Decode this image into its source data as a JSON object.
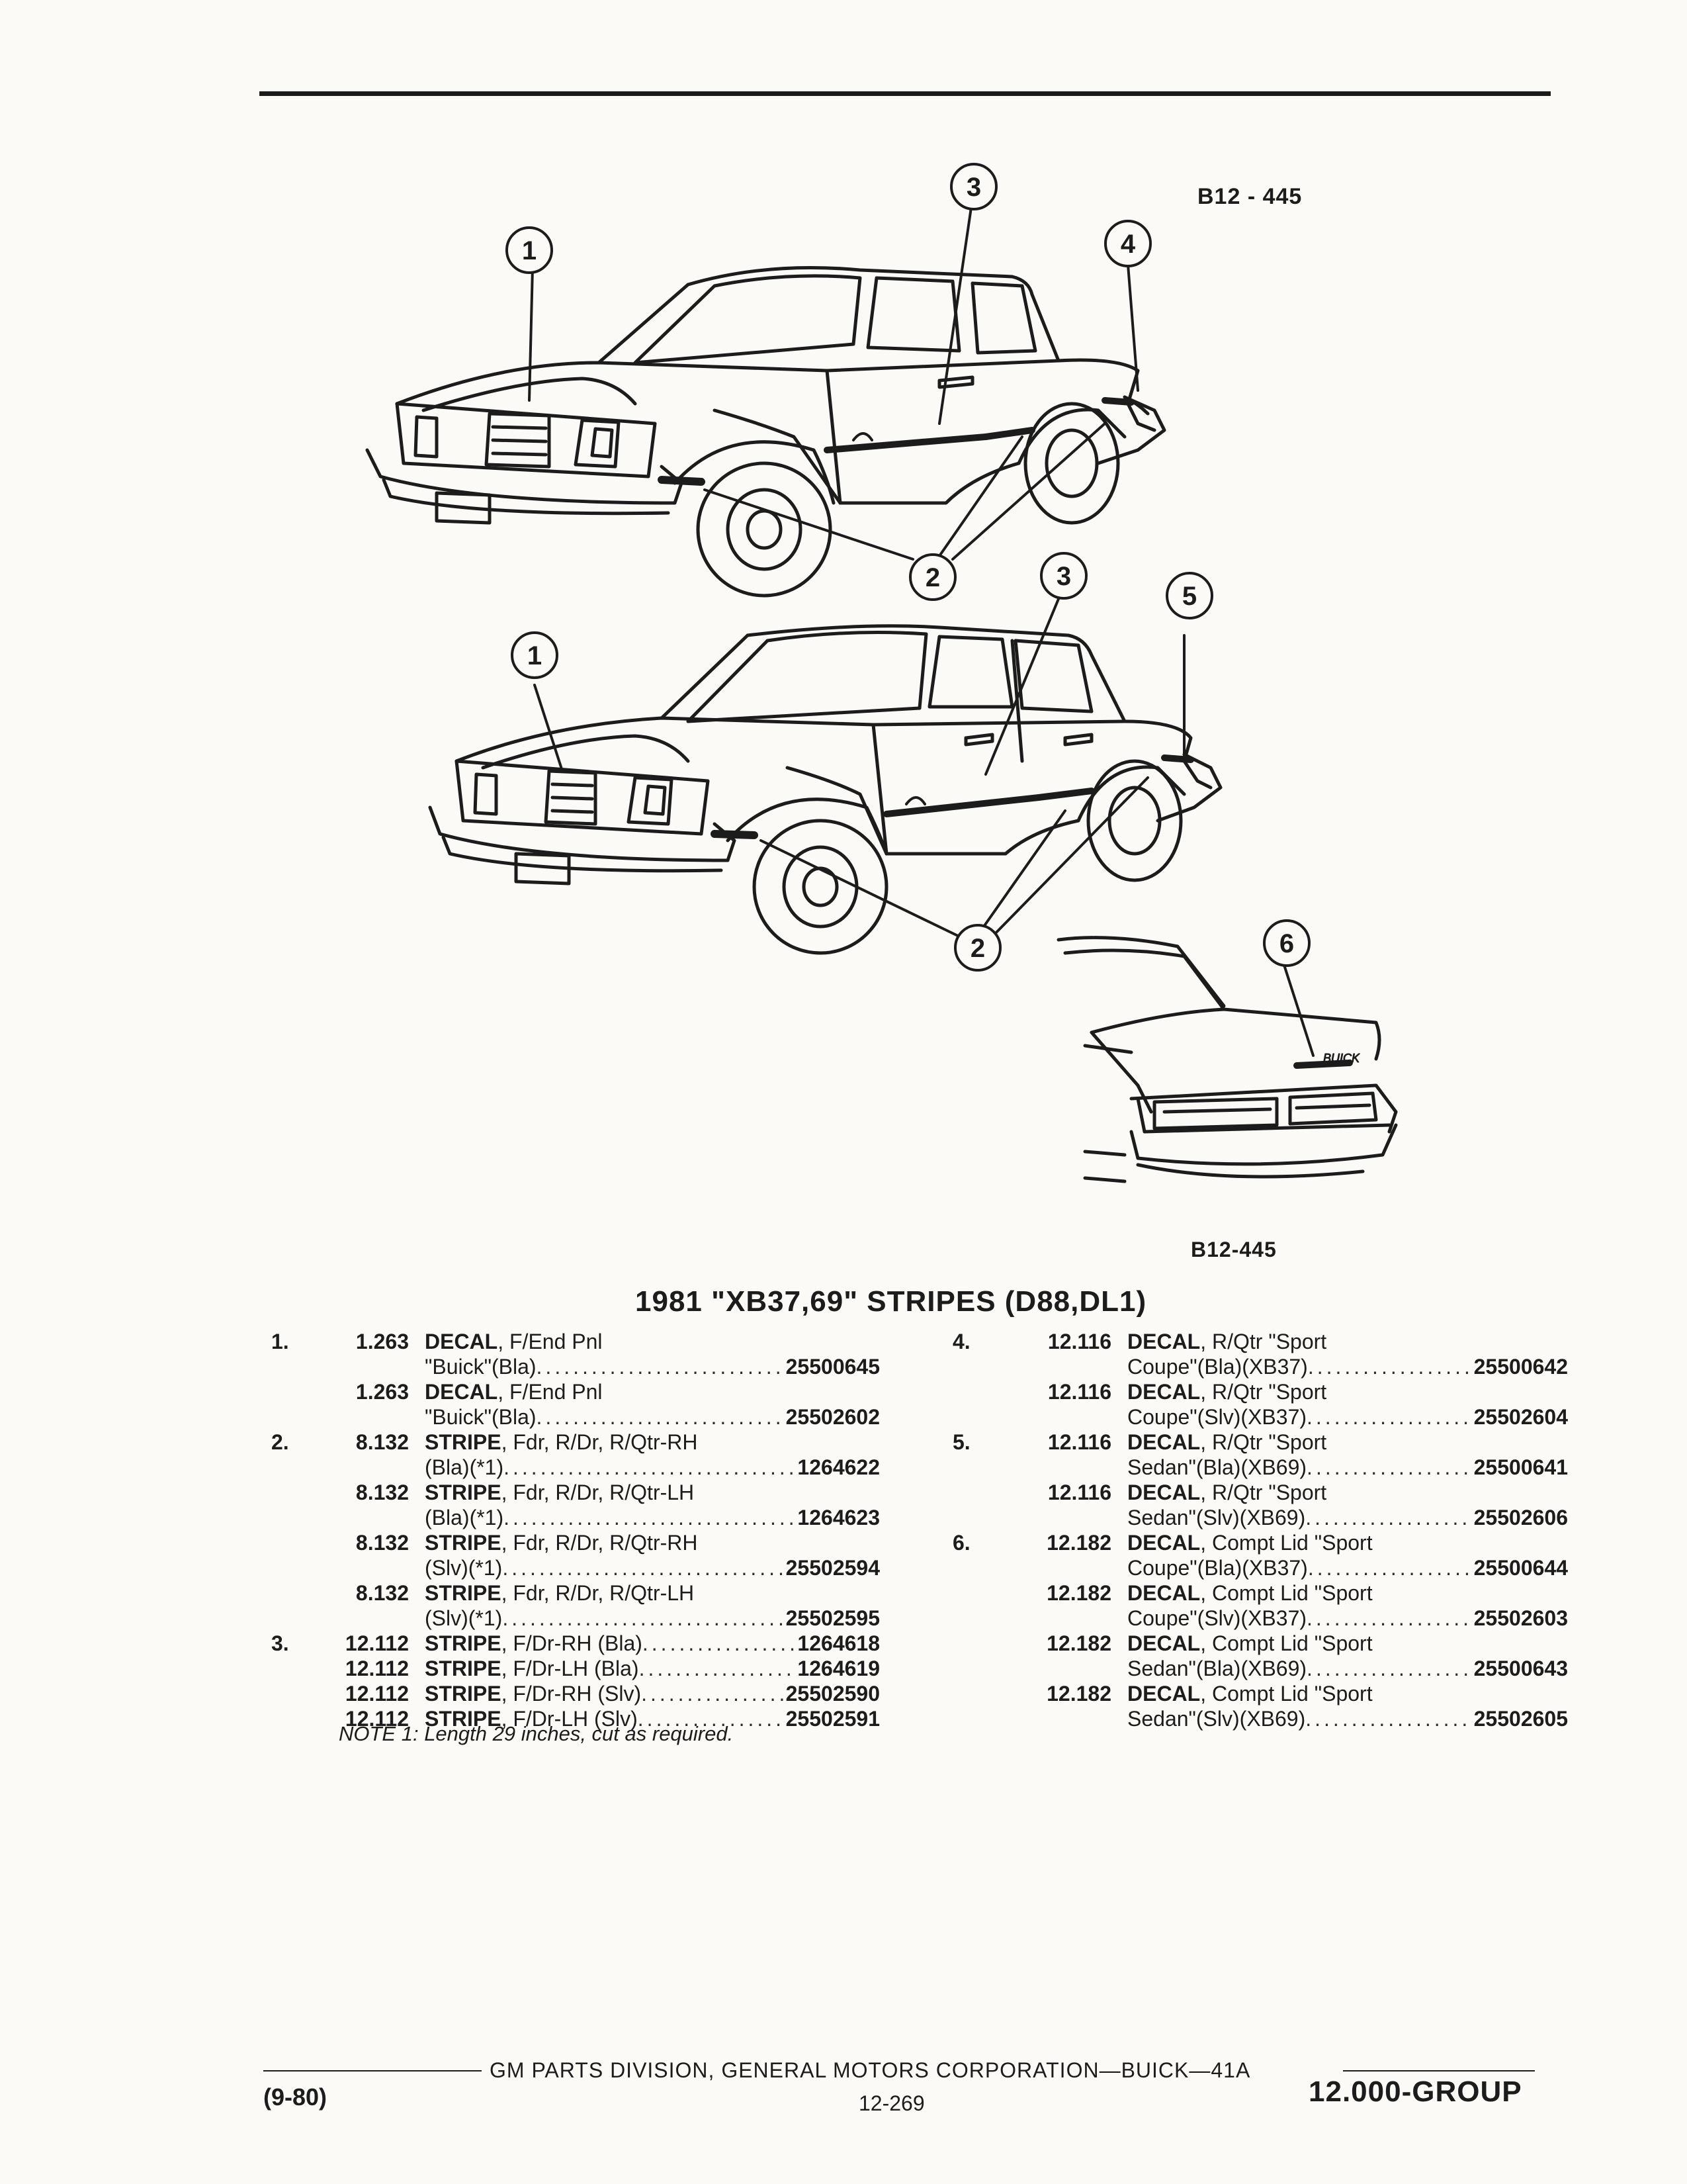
{
  "figure": {
    "code_top": "B12 - 445",
    "code_bottom": "B12-445",
    "callouts": {
      "c1": "1",
      "c2": "2",
      "c3": "3",
      "c4": "4",
      "c5": "5",
      "c6": "6"
    }
  },
  "section_title": "1981 \"XB37,69\" STRIPES (D88,DL1)",
  "left_column": [
    {
      "index": "1.",
      "section": "1.263",
      "name": "DECAL",
      "spec": ", F/End Pnl",
      "line2": "\"Buick\"(Bla)",
      "part": "25500645"
    },
    {
      "index": "",
      "section": "1.263",
      "name": "DECAL",
      "spec": ", F/End Pnl",
      "line2": "\"Buick\"(Bla)",
      "part": "25502602"
    },
    {
      "index": "2.",
      "section": "8.132",
      "name": "STRIPE",
      "spec": ", Fdr, R/Dr, R/Qtr-RH",
      "line2": "(Bla)(*1)",
      "part": "1264622"
    },
    {
      "index": "",
      "section": "8.132",
      "name": "STRIPE",
      "spec": ", Fdr, R/Dr, R/Qtr-LH",
      "line2": "(Bla)(*1)",
      "part": "1264623"
    },
    {
      "index": "",
      "section": "8.132",
      "name": "STRIPE",
      "spec": ", Fdr, R/Dr, R/Qtr-RH",
      "line2": "(Slv)(*1)",
      "part": "25502594"
    },
    {
      "index": "",
      "section": "8.132",
      "name": "STRIPE",
      "spec": ", Fdr, R/Dr, R/Qtr-LH",
      "line2": "(Slv)(*1)",
      "part": "25502595"
    }
  ],
  "left_single": [
    {
      "index": "3.",
      "section": "12.112",
      "name": "STRIPE",
      "spec": ", F/Dr-RH (Bla)",
      "part": "1264618"
    },
    {
      "index": "",
      "section": "12.112",
      "name": "STRIPE",
      "spec": ", F/Dr-LH (Bla)",
      "part": "1264619"
    },
    {
      "index": "",
      "section": "12.112",
      "name": "STRIPE",
      "spec": ", F/Dr-RH (Slv)",
      "part": "25502590"
    },
    {
      "index": "",
      "section": "12.112",
      "name": "STRIPE",
      "spec": ", F/Dr-LH (Slv)",
      "part": "25502591"
    }
  ],
  "note": "NOTE 1: Length 29 inches, cut as required.",
  "right_column": [
    {
      "index": "4.",
      "section": "12.116",
      "name": "DECAL",
      "spec": ", R/Qtr \"Sport",
      "line2": "Coupe\"(Bla)(XB37)",
      "part": "25500642"
    },
    {
      "index": "",
      "section": "12.116",
      "name": "DECAL",
      "spec": ", R/Qtr \"Sport",
      "line2": "Coupe\"(Slv)(XB37)",
      "part": "25502604"
    },
    {
      "index": "5.",
      "section": "12.116",
      "name": "DECAL",
      "spec": ", R/Qtr \"Sport",
      "line2": "Sedan\"(Bla)(XB69)",
      "part": "25500641"
    },
    {
      "index": "",
      "section": "12.116",
      "name": "DECAL",
      "spec": ", R/Qtr \"Sport",
      "line2": "Sedan\"(Slv)(XB69)",
      "part": "25502606"
    },
    {
      "index": "6.",
      "section": "12.182",
      "name": "DECAL",
      "spec": ", Compt Lid \"Sport",
      "line2": "Coupe\"(Bla)(XB37)",
      "part": "25500644"
    },
    {
      "index": "",
      "section": "12.182",
      "name": "DECAL",
      "spec": ", Compt Lid \"Sport",
      "line2": "Coupe\"(Slv)(XB37)",
      "part": "25502603"
    },
    {
      "index": "",
      "section": "12.182",
      "name": "DECAL",
      "spec": ", Compt Lid \"Sport",
      "line2": "Sedan\"(Bla)(XB69)",
      "part": "25500643"
    },
    {
      "index": "",
      "section": "12.182",
      "name": "DECAL",
      "spec": ", Compt Lid \"Sport",
      "line2": "Sedan\"(Slv)(XB69)",
      "part": "25502605"
    }
  ],
  "footer": {
    "publisher": "GM PARTS DIVISION, GENERAL MOTORS CORPORATION—BUICK—41A",
    "date": "(9-80)",
    "page": "12-269",
    "group": "12.000-GROUP"
  }
}
